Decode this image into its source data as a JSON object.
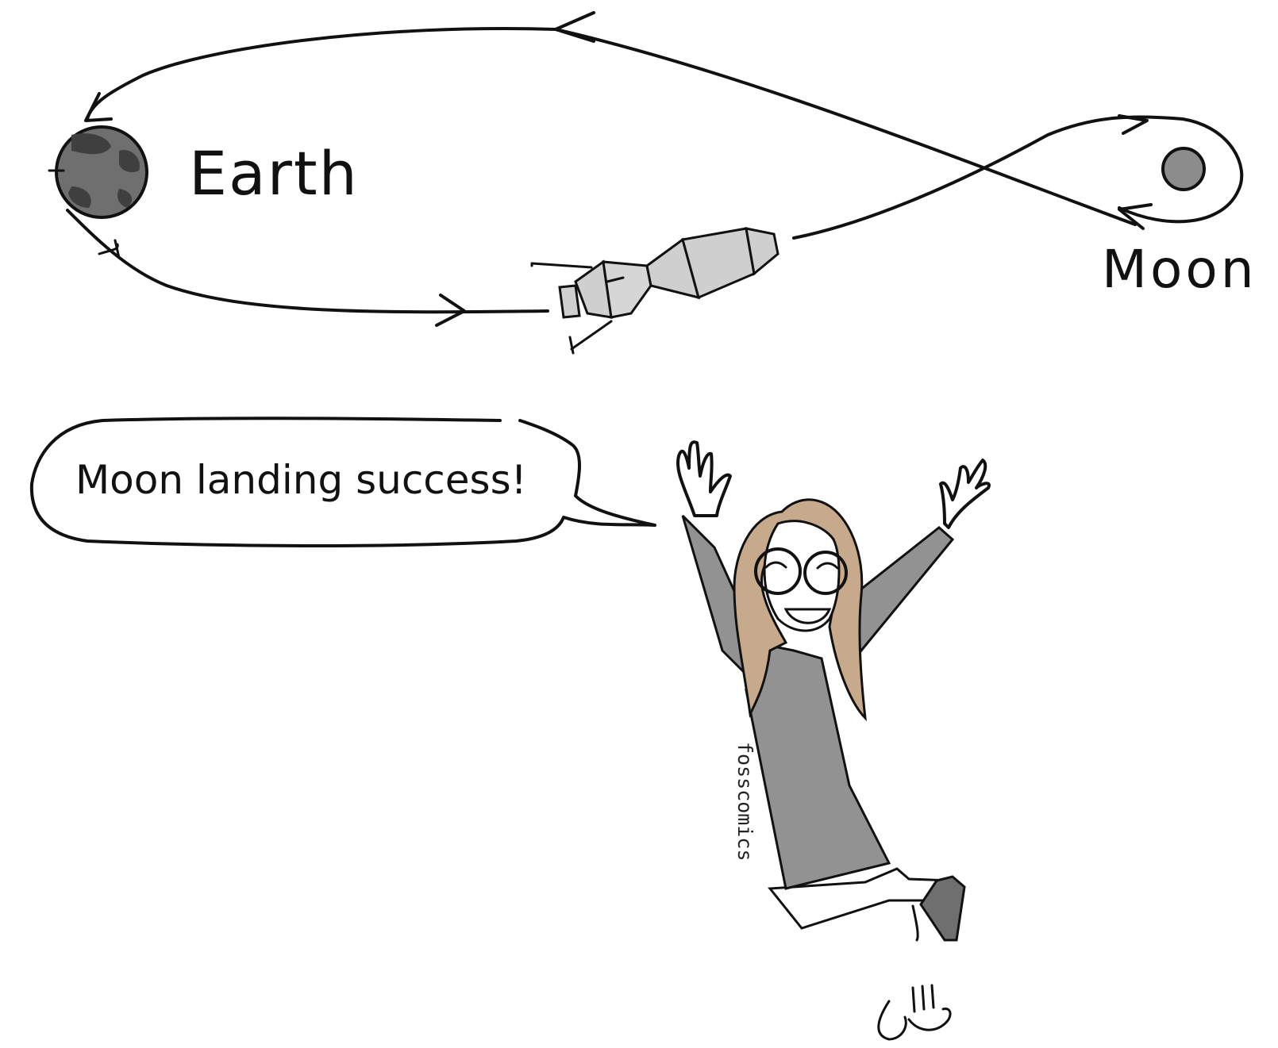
{
  "scene": {
    "earth_label": "Earth",
    "moon_label": "Moon",
    "speech_text": "Moon landing success!",
    "signature": "fosscomics"
  },
  "colors": {
    "ink": "#111111",
    "earth_fill": "#6f6f6f",
    "earth_patches": "#3f3f3f",
    "moon_fill": "#8c8c8c",
    "spacecraft": "#cfcfcf",
    "dress": "#929292",
    "hair": "#c7a98c"
  }
}
